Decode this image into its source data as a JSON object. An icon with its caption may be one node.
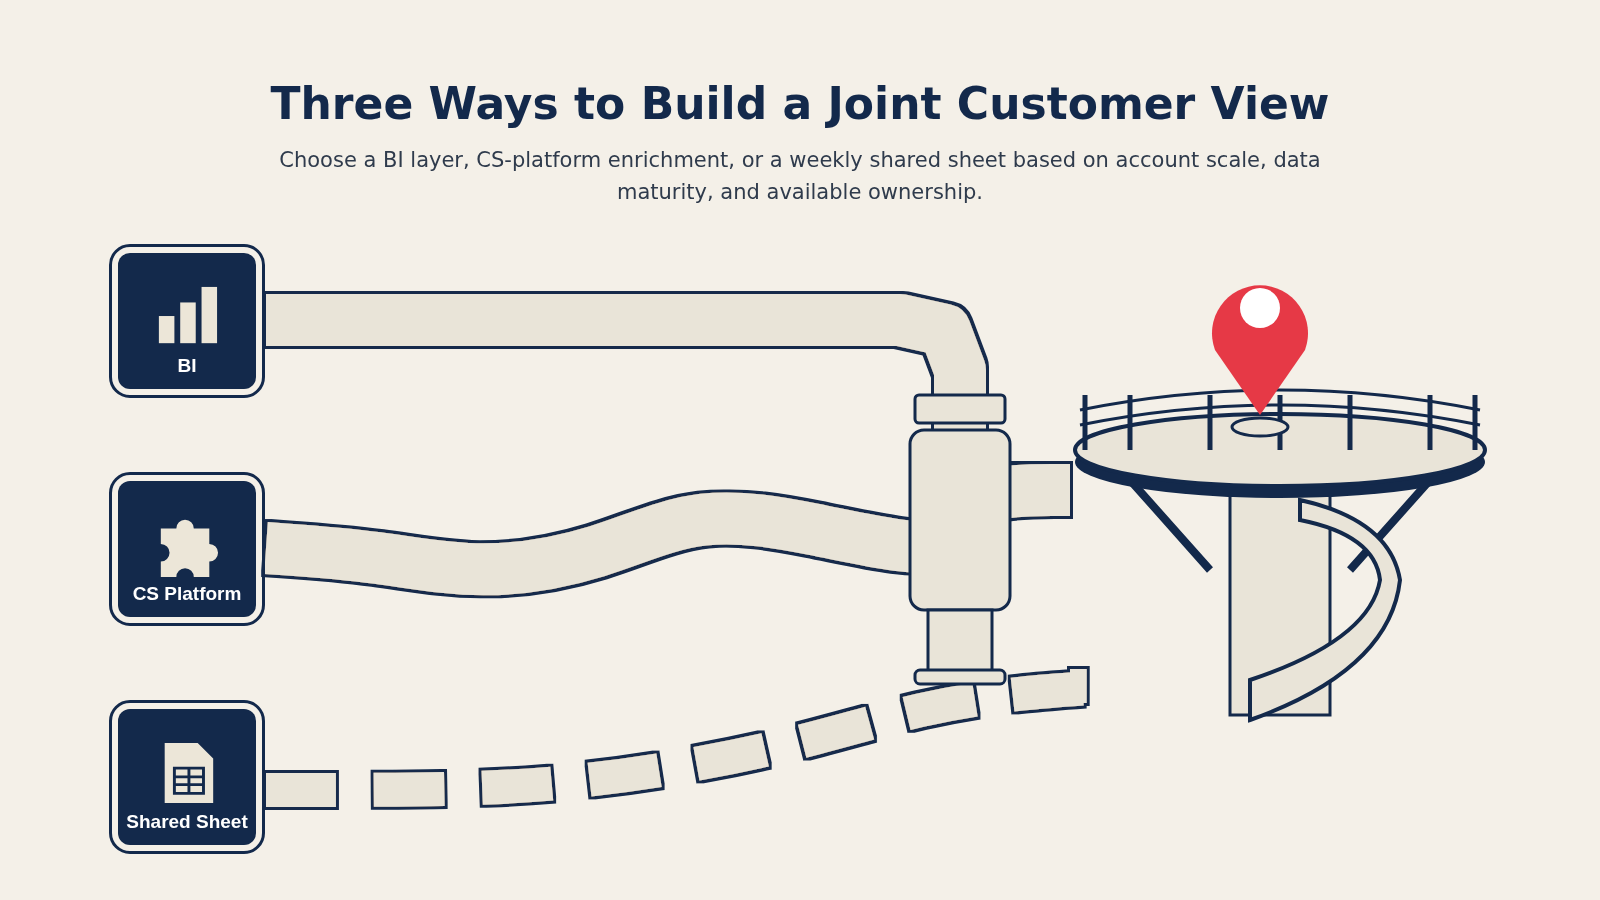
{
  "diagram": {
    "title": "Three Ways to Build a Joint Customer View",
    "caption": "Choose a BI layer, CS-platform enrichment, or a weekly shared sheet based on account scale, data maturity, and available ownership.",
    "nodes": [
      {
        "text": [
          "BI"
        ]
      },
      {
        "text": [
          "CS Platform"
        ]
      },
      {
        "text": [
          "Shared Sheet"
        ]
      },
      {
        "text": [],
        "shape": "picture"
      }
    ],
    "edges": [
      {
        "from": 0,
        "to": 3,
        "arrow": "none"
      },
      {
        "from": 1,
        "to": 3,
        "arrow": "none"
      },
      {
        "from": 2,
        "to": 3,
        "arrow": "none",
        "style": "dashed"
      }
    ]
  }
}
